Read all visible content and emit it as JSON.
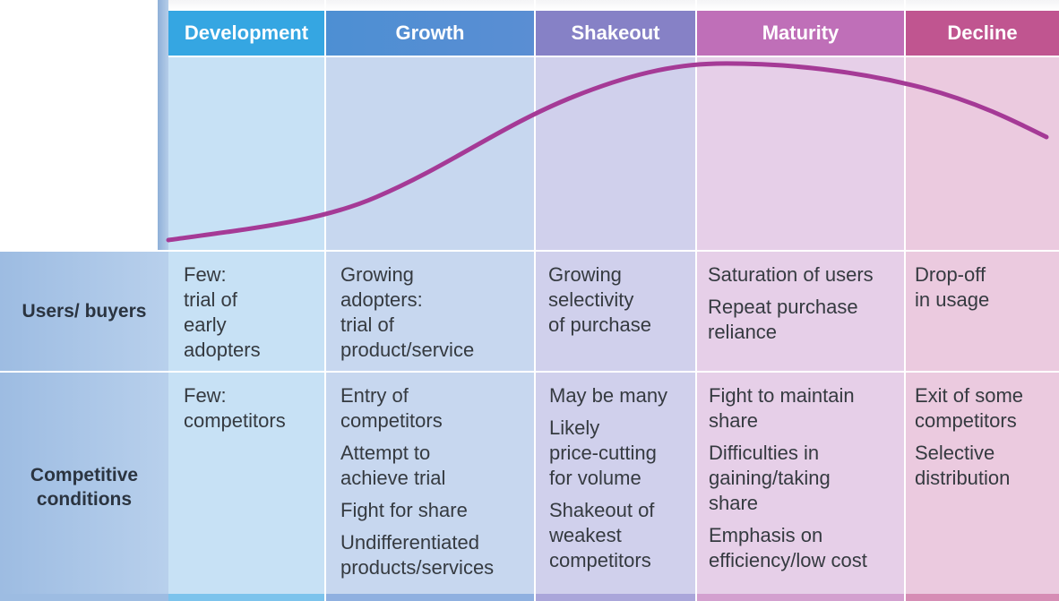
{
  "phases": {
    "development": "Development",
    "growth": "Growth",
    "shakeout": "Shakeout",
    "maturity": "Maturity",
    "decline": "Decline"
  },
  "rows": {
    "users_label": "Users/ buyers",
    "competitive_label": "Competitive conditions"
  },
  "users": {
    "development": [
      "Few:",
      "trial of",
      "early",
      "adopters"
    ],
    "growth": [
      "Growing",
      "adopters:",
      "trial of",
      "product/service"
    ],
    "shakeout": [
      "Growing",
      "selectivity",
      "of purchase"
    ],
    "maturity": [
      [
        "Saturation of users"
      ],
      [
        "Repeat purchase",
        "reliance"
      ]
    ],
    "decline": [
      "Drop-off",
      "in usage"
    ]
  },
  "competitive": {
    "development": [
      "Few:",
      "competitors"
    ],
    "growth": [
      [
        "Entry of",
        "competitors"
      ],
      [
        "Attempt to",
        "achieve trial"
      ],
      [
        "Fight for share"
      ],
      [
        "Undifferentiated",
        "products/services"
      ]
    ],
    "shakeout": [
      [
        "May be many"
      ],
      [
        "Likely",
        "price-cutting",
        "for volume"
      ],
      [
        "Shakeout of",
        "weakest",
        "competitors"
      ]
    ],
    "maturity": [
      [
        "Fight to maintain",
        "share"
      ],
      [
        "Difficulties in",
        "gaining/taking",
        "share"
      ],
      [
        "Emphasis on",
        "efficiency/low cost"
      ]
    ],
    "decline": [
      [
        "Exit of some",
        "competitors"
      ],
      [
        "Selective",
        "distribution"
      ]
    ]
  },
  "colors": {
    "curve": "#a53a96",
    "development": "#35a6e2",
    "growth": "#5a8ed3",
    "shakeout": "#8681c6",
    "maturity": "#bf6fb8",
    "decline": "#c05590"
  }
}
